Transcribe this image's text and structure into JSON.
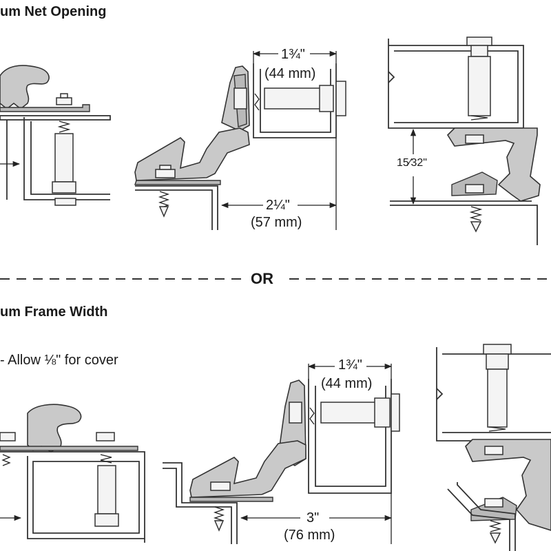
{
  "headings": {
    "top": "um Net Opening",
    "bottom": "um Frame Width"
  },
  "separator": "OR",
  "note": "- Allow ⅛\" for cover",
  "dims": {
    "top_width_in": "1¾\"",
    "top_width_mm": "(44 mm)",
    "top_depth_in": "2¼\"",
    "top_depth_mm": "(57 mm)",
    "top_vert": "15⁄32\"",
    "bottom_width_in": "1¾\"",
    "bottom_width_mm": "(44 mm)",
    "bottom_depth_in": "3\"",
    "bottom_depth_mm": "(76 mm)"
  }
}
